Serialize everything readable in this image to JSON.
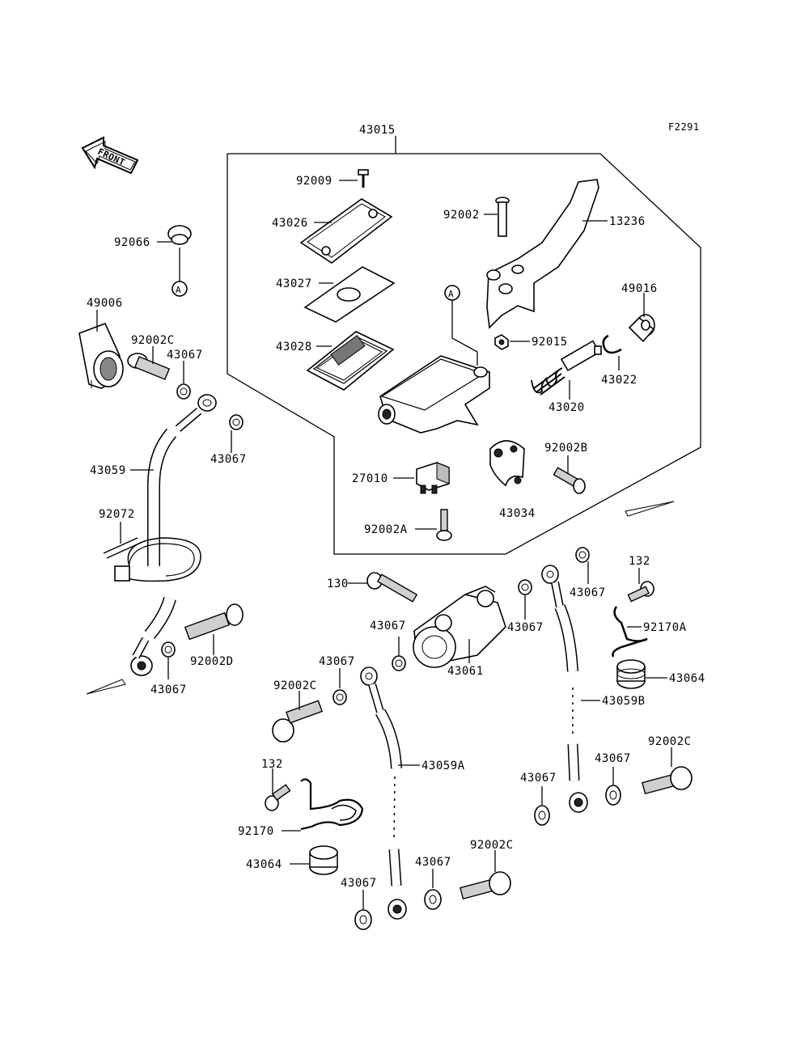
{
  "figure_code": "F2291",
  "front_label": "FRONT",
  "ref_markers": {
    "a1": "A",
    "a2": "A"
  },
  "labels": {
    "p43015": "43015",
    "p92009": "92009",
    "p43026": "43026",
    "p43027": "43027",
    "p43028": "43028",
    "p92002": "92002",
    "p13236": "13236",
    "p49016": "49016",
    "p92015": "92015",
    "p43022": "43022",
    "p43020": "43020",
    "p92002B": "92002B",
    "p27010": "27010",
    "p43034": "43034",
    "p92002A": "92002A",
    "p92066": "92066",
    "p49006": "49006",
    "p92002C_a": "92002C",
    "p43067_a": "43067",
    "p43067_b": "43067",
    "p43059": "43059",
    "p92072": "92072",
    "p92002D": "92002D",
    "p43067_c": "43067",
    "p130": "130",
    "p43067_d": "43067",
    "p43067_e": "43067",
    "p43067_f": "43067",
    "p132_a": "132",
    "p92170A": "92170A",
    "p43061": "43061",
    "p43064_a": "43064",
    "p43059B": "43059B",
    "p43067_g": "43067",
    "p92002C_b": "92002C",
    "p43059A": "43059A",
    "p132_b": "132",
    "p92170": "92170",
    "p43064_b": "43064",
    "p43067_h": "43067",
    "p43067_i": "43067",
    "p92002C_c": "92002C",
    "p43067_j": "43067",
    "p92002C_d": "92002C",
    "p43067_k": "43067"
  }
}
